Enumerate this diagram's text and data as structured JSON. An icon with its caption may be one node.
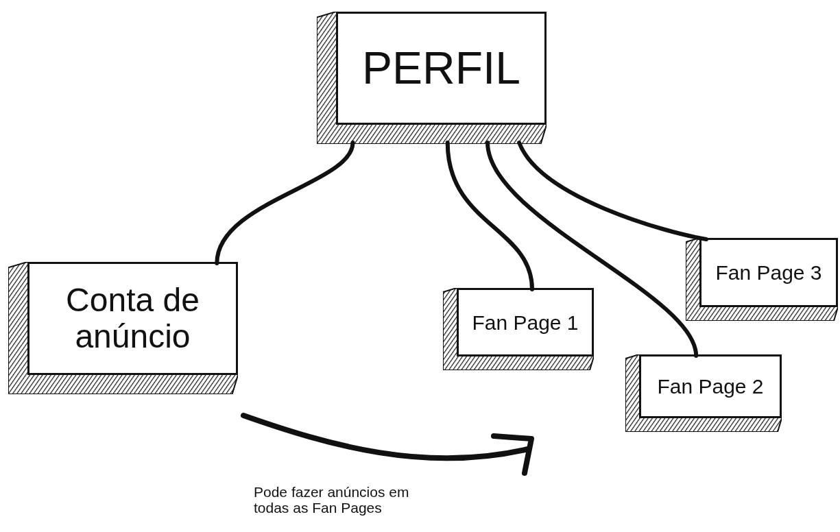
{
  "diagram": {
    "nodes": [
      {
        "text": [
          "PERFIL"
        ]
      },
      {
        "text": [
          "Conta de anúncio"
        ]
      },
      {
        "text": [
          "Fan Page 1"
        ]
      },
      {
        "text": [
          "Fan Page 2"
        ]
      },
      {
        "text": [
          "Fan Page 3"
        ]
      }
    ],
    "edges": [
      {
        "from": 0,
        "to": 1,
        "arrow": "none"
      },
      {
        "from": 0,
        "to": 2,
        "arrow": "none"
      },
      {
        "from": 0,
        "to": 3,
        "arrow": "none"
      },
      {
        "from": 0,
        "to": 4,
        "arrow": "none"
      }
    ],
    "labels": [
      "Pode fazer anúncios em todas as Fan Pages"
    ]
  }
}
